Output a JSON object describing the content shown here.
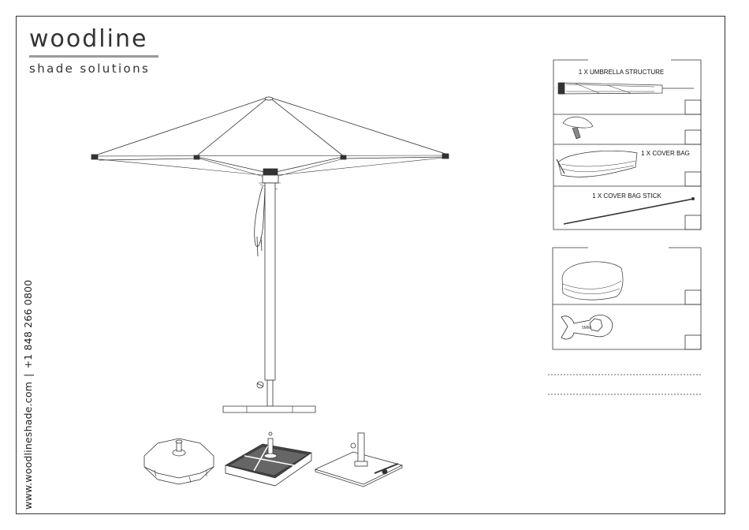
{
  "brand": {
    "name": "woodline",
    "tagline": "shade solutions"
  },
  "contact": {
    "website": "www.woodlineshade.com",
    "separator": "|",
    "phone": "+1 848 266 0800"
  },
  "parts_list": {
    "items": [
      {
        "label": "1 X UMBRELLA STRUCTURE",
        "icon": "umbrella-structure-icon"
      },
      {
        "label": "",
        "icon": "finial-icon"
      },
      {
        "label": "1 X COVER BAG",
        "icon": "cover-bag-icon"
      },
      {
        "label": "1 X COVER BAG STICK",
        "icon": "cover-bag-stick-icon"
      }
    ]
  },
  "accessories_list": {
    "items": [
      {
        "label": "",
        "icon": "protective-cover-icon"
      },
      {
        "label": "",
        "icon": "wrench-tool-icon"
      }
    ]
  },
  "bases": [
    {
      "icon": "octagonal-base-icon"
    },
    {
      "icon": "four-tile-base-icon"
    },
    {
      "icon": "steel-plate-base-icon"
    }
  ],
  "colors": {
    "line": "#333333",
    "rule": "#999999"
  }
}
